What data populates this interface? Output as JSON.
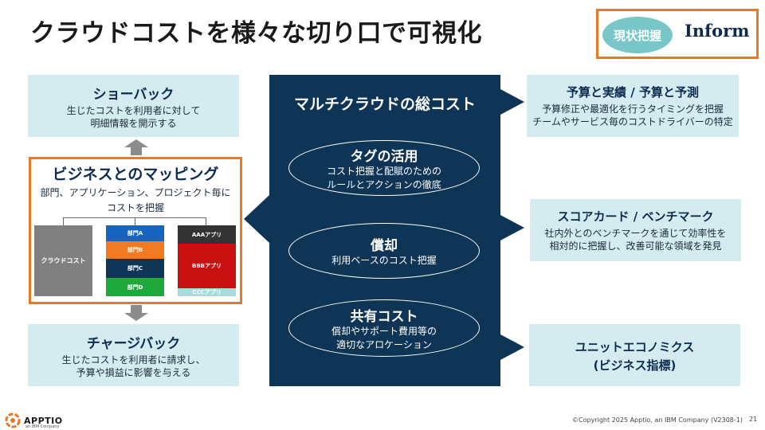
{
  "title": "クラウドコストを様々な切り口で可視化",
  "badge": {
    "pill": "現状把握",
    "label": "Inform"
  },
  "left": {
    "showback": {
      "title": "ショーバック",
      "desc1": "生じたコストを利用者に対して",
      "desc2": "明細情報を開示する"
    },
    "mapping": {
      "title": "ビジネスとのマッピング",
      "desc1": "部門、アプリケーション、プロジェクト毎に",
      "desc2": "コストを把握",
      "cloud_label": "クラウドコスト",
      "depts": [
        "部門A",
        "部門B",
        "部門C",
        "部門D"
      ],
      "apps": [
        "AAAアプリ",
        "BBBアプリ",
        "CCCアプリ"
      ]
    },
    "chargeback": {
      "title": "チャージバック",
      "desc1": "生じたコストを利用者に請求し、",
      "desc2": "予算や損益に影響を与える"
    }
  },
  "center": {
    "title": "マルチクラウドの総コスト",
    "items": [
      {
        "title": "タグの活用",
        "desc1": "コスト把握と配賦のための",
        "desc2": "ルールとアクションの徹底"
      },
      {
        "title": "償却",
        "desc1": "利用ベースのコスト把握",
        "desc2": ""
      },
      {
        "title": "共有コスト",
        "desc1": "償却やサポート費用等の",
        "desc2": "適切なアロケーション"
      }
    ]
  },
  "right": {
    "budget": {
      "title": "予算と実績 / 予算と予測",
      "desc1": "予算修正や最適化を行うタイミングを把握",
      "desc2": "チームやサービス毎のコストドライバーの特定"
    },
    "scorecard": {
      "title": "スコアカード / ベンチマーク",
      "desc1": "社内外とのベンチマークを通じて効率性を",
      "desc2": "相対的に把握し、改善可能な領域を発見"
    },
    "unit": {
      "title1": "ユニットエコノミクス",
      "title2": "(ビジネス指標)"
    }
  },
  "footer": {
    "copyright": "©Copyright 2025 Apptio, an IBM Company (V2308-1)",
    "page": "21",
    "logo": "APPTIO",
    "logo_sub": "an IBM Company"
  },
  "colors": {
    "navy": "#0e3556",
    "teal_light": "#d4ecf0",
    "orange": "#e8782a",
    "pill": "#78c6c8",
    "blue": "#1565c0",
    "orange_seg": "#f07b22",
    "navy_seg": "#0e3556",
    "green": "#1ea83a",
    "red": "#c81010",
    "dark": "#333333",
    "light_teal": "#a8dade"
  }
}
